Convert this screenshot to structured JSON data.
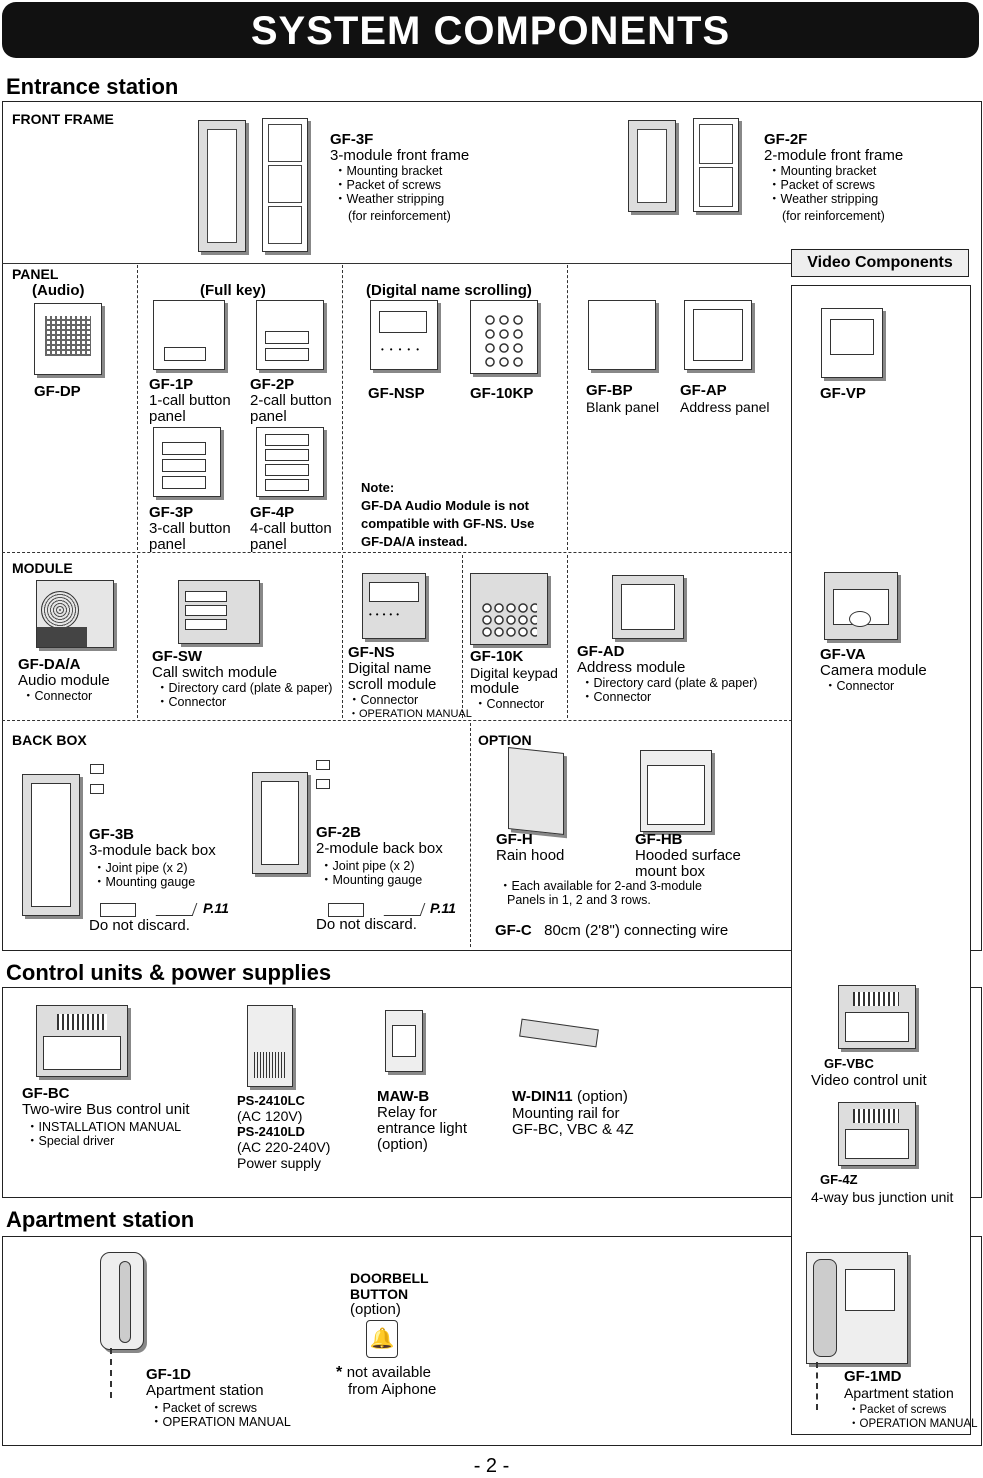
{
  "title": "SYSTEM COMPONENTS",
  "sections": {
    "entrance": "Entrance station",
    "control": "Control units & power supplies",
    "apartment": "Apartment station",
    "video": "Video Components"
  },
  "row_labels": {
    "front_frame": "FRONT FRAME",
    "panel": "PANEL",
    "module": "MODULE",
    "back_box": "BACK BOX",
    "option": "OPTION"
  },
  "panel_groups": {
    "audio": "(Audio)",
    "full_key": "(Full key)",
    "digital": "(Digital name scrolling)"
  },
  "frames": {
    "gf3f": {
      "code": "GF-3F",
      "desc": "3-module front frame",
      "items": [
        "Mounting bracket",
        "Packet of screws",
        "Weather stripping"
      ],
      "extra": "(for reinforcement)"
    },
    "gf2f": {
      "code": "GF-2F",
      "desc": "2-module front frame",
      "items": [
        "Mounting bracket",
        "Packet of screws",
        "Weather stripping"
      ],
      "extra": "(for reinforcement)"
    }
  },
  "panels": {
    "gfdp": {
      "code": "GF-DP"
    },
    "gf1p": {
      "code": "GF-1P",
      "desc1": "1-call button",
      "desc2": "panel"
    },
    "gf2p": {
      "code": "GF-2P",
      "desc1": "2-call button",
      "desc2": "panel"
    },
    "gf3p": {
      "code": "GF-3P",
      "desc1": "3-call button",
      "desc2": "panel"
    },
    "gf4p": {
      "code": "GF-4P",
      "desc1": "4-call button",
      "desc2": "panel"
    },
    "gfnsp": {
      "code": "GF-NSP"
    },
    "gf10kp": {
      "code": "GF-10KP"
    },
    "gfbp": {
      "code": "GF-BP",
      "desc": "Blank panel"
    },
    "gfap": {
      "code": "GF-AP",
      "desc": "Address panel"
    },
    "gfvp": {
      "code": "GF-VP"
    }
  },
  "note": {
    "l1": "Note:",
    "l2": "GF-DA Audio Module is not",
    "l3": "compatible with GF-NS. Use",
    "l4": "GF-DA/A instead."
  },
  "modules": {
    "gfda": {
      "code": "GF-DA/A",
      "desc": "Audio module",
      "items": [
        "Connector"
      ]
    },
    "gfsw": {
      "code": "GF-SW",
      "desc": "Call switch module",
      "items": [
        "Directory card (plate & paper)",
        "Connector"
      ]
    },
    "gfns": {
      "code": "GF-NS",
      "desc1": "Digital name",
      "desc2": "scroll module",
      "items": [
        "Connector",
        "OPERATION MANUAL"
      ]
    },
    "gf10k": {
      "code": "GF-10K",
      "desc1": "Digital keypad",
      "desc2": "module",
      "items": [
        "Connector"
      ]
    },
    "gfad": {
      "code": "GF-AD",
      "desc": "Address module",
      "items": [
        "Directory card (plate & paper)",
        "Connector"
      ]
    },
    "gfva": {
      "code": "GF-VA",
      "desc": "Camera module",
      "items": [
        "Connector"
      ]
    }
  },
  "backbox": {
    "gf3b": {
      "code": "GF-3B",
      "desc": "3-module back box",
      "items": [
        "Joint pipe (x 2)",
        "Mounting gauge"
      ],
      "ref": "P.11",
      "keep": "Do not discard."
    },
    "gf2b": {
      "code": "GF-2B",
      "desc": "2-module back box",
      "items": [
        "Joint pipe (x 2)",
        "Mounting gauge"
      ],
      "ref": "P.11",
      "keep": "Do not discard."
    }
  },
  "options": {
    "gfh": {
      "code": "GF-H",
      "desc": "Rain hood"
    },
    "gfhb": {
      "code": "GF-HB",
      "desc1": "Hooded surface",
      "desc2": "mount box"
    },
    "avail1": "Each available for 2-and 3-module",
    "avail2": "Panels in 1, 2 and 3 rows.",
    "gfc_code": "GF-C",
    "gfc_desc": "80cm (2'8\") connecting wire"
  },
  "control": {
    "gfbc": {
      "code": "GF-BC",
      "desc": "Two-wire Bus control unit",
      "items": [
        "INSTALLATION MANUAL",
        "Special driver"
      ]
    },
    "ps": {
      "code1": "PS-2410LC",
      "v1": "(AC 120V)",
      "code2": "PS-2410LD",
      "v2": "(AC 220-240V)",
      "desc": "Power supply"
    },
    "mawb": {
      "code": "MAW-B",
      "d1": "Relay for",
      "d2": "entrance light",
      "d3": "(option)"
    },
    "wdin": {
      "code": "W-DIN11",
      "opt": "(option)",
      "d1": "Mounting rail for",
      "d2": "GF-BC, VBC & 4Z"
    },
    "gfvbc": {
      "code": "GF-VBC",
      "desc": "Video control unit"
    },
    "gf4z": {
      "code": "GF-4Z",
      "desc": "4-way bus junction unit"
    }
  },
  "apartment": {
    "gf1d": {
      "code": "GF-1D",
      "desc": "Apartment station",
      "items": [
        "Packet of screws",
        "OPERATION MANUAL"
      ]
    },
    "doorbell": {
      "l1": "DOORBELL",
      "l2": "BUTTON",
      "l3": "(option)",
      "star": "*",
      "na1": "not available",
      "na2": "from Aiphone"
    },
    "gf1md": {
      "code": "GF-1MD",
      "desc": "Apartment station",
      "items": [
        "Packet of screws",
        "OPERATION MANUAL"
      ]
    }
  },
  "page_number": "- 2 -"
}
